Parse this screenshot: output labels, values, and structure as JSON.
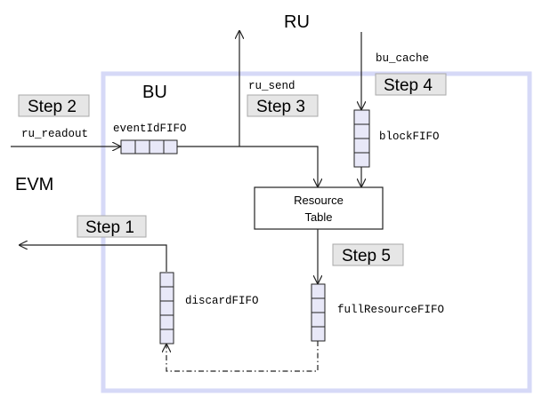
{
  "labels": {
    "ru": "RU",
    "bu": "BU",
    "evm": "EVM",
    "ru_send": "ru_send",
    "bu_cache": "bu_cache",
    "ru_readout": "ru_readout",
    "event_id_fifo": "eventIdFIFO",
    "block_fifo": "blockFIFO",
    "discard_fifo": "discardFIFO",
    "full_resource_fifo": "fullResourceFIFO",
    "resource_table_line1": "Resource",
    "resource_table_line2": "Table"
  },
  "steps": {
    "step1": "Step 1",
    "step2": "Step 2",
    "step3": "Step 3",
    "step4": "Step 4",
    "step5": "Step 5"
  },
  "colors": {
    "bu_border": "#d6d9f7",
    "fifo_fill": "#e8e8f8",
    "step_fill": "#e6e6e6",
    "step_border": "#a8a8a8",
    "line": "#222222"
  }
}
